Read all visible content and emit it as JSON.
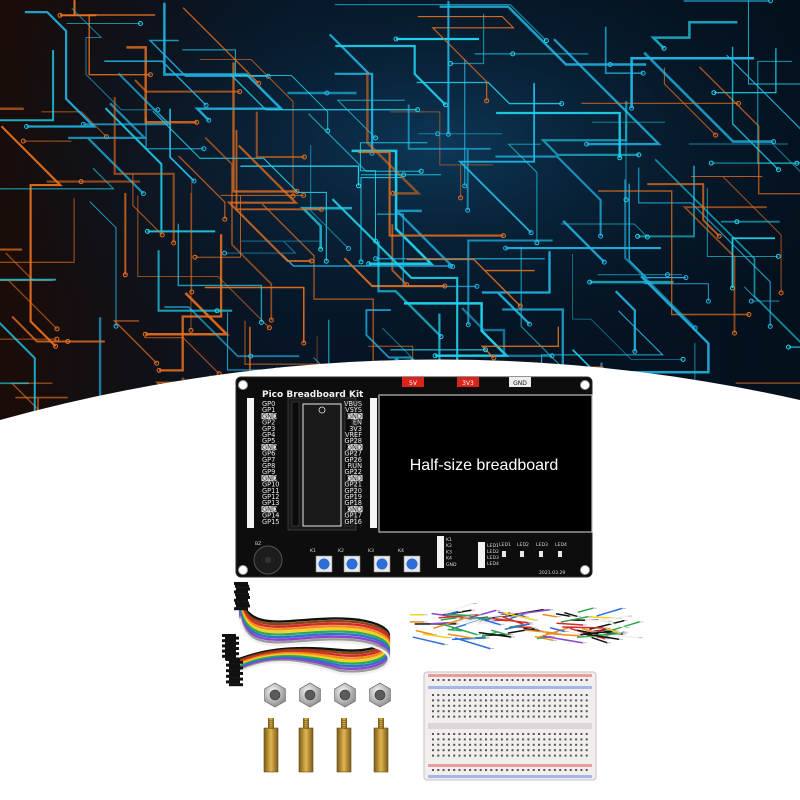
{
  "board": {
    "title": "Pico Breadboard Kit",
    "breadboard_label": "Half-size breadboard",
    "header_labels": [
      "5V",
      "3V3",
      "GND"
    ],
    "left_pins": [
      "GP0",
      "GP1",
      "GND",
      "GP2",
      "GP3",
      "GP4",
      "GP5",
      "GND",
      "GP6",
      "GP7",
      "GP8",
      "GP9",
      "GND",
      "GP10",
      "GP11",
      "GP12",
      "GP13",
      "GND",
      "GP14",
      "GP15"
    ],
    "right_pins": [
      "VBUS",
      "VSYS",
      "GND",
      "EN",
      "3V3",
      "VREF",
      "GP28",
      "GND",
      "GP27",
      "GP26",
      "RUN",
      "GP22",
      "GND",
      "GP21",
      "GP20",
      "GP19",
      "GP18",
      "GND",
      "GP17",
      "GP16"
    ],
    "key_labels": [
      "K1",
      "K2",
      "K3",
      "K4"
    ],
    "key_header_labels": [
      "K1",
      "K2",
      "K3",
      "K4",
      "GND"
    ],
    "led_header_labels": [
      "LED1",
      "LED2",
      "LED3",
      "LED4"
    ],
    "led_labels": [
      "LED1",
      "LED2",
      "LED3",
      "LED4"
    ],
    "buzzer_label": "BZ",
    "date": "2021.03.29"
  },
  "colors": {
    "pcb": "#0d0d0d",
    "silkscreen": "#ececec",
    "header_red": "#d9241c",
    "button_blue": "#2b6fd6",
    "background_dark": "#06121e",
    "trace_blue": "#22b7e8",
    "trace_orange": "#e8701e"
  },
  "accessories": {
    "jumper_colors": [
      "#111111",
      "#8b4513",
      "#d62a2a",
      "#f28a1e",
      "#f2d21e",
      "#2fa84f",
      "#2e6fd8",
      "#8b45c6",
      "#9a9a9a",
      "#f0f0f0"
    ],
    "nut_count": 4,
    "standoff_count": 4
  }
}
